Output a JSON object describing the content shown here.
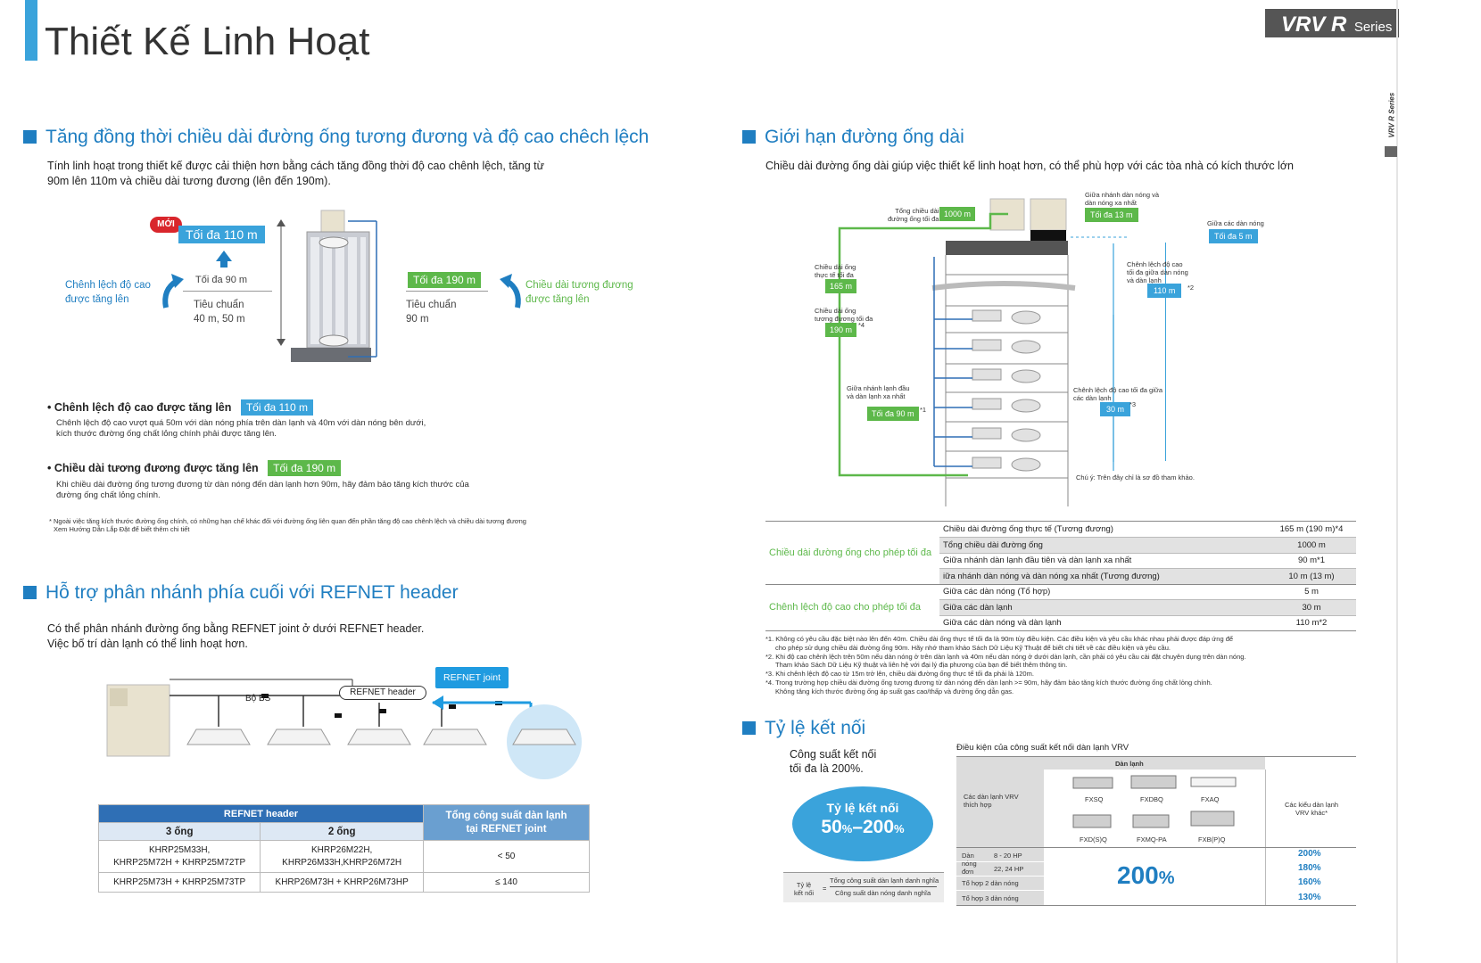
{
  "page": {
    "title": "Thiết Kế Linh Hoạt",
    "series_badge": "VRV R",
    "series_badge_suffix": "Series",
    "side_tab": "VRV R Series"
  },
  "sec1": {
    "heading": "Tăng đồng thời chiều dài đường ống tương đương và độ cao chêch lệch",
    "intro_1": "Tính linh hoạt trong thiết kế được cải thiện hơn bằng cách tăng đồng thời độ cao chênh lệch, tăng từ",
    "intro_2": "90m lên 110m và chiều dài tương đương (lên đến 190m).",
    "new_badge": "MỚI",
    "max110": "Tối đa 110 m",
    "max90": "Tối đa 90 m",
    "std_left_1": "Tiêu chuẩn",
    "std_left_2": "40 m, 50 m",
    "left_side_1": "Chênh lệch độ cao",
    "left_side_2": "được tăng lên",
    "max190": "Tối đa 190 m",
    "std_right_1": "Tiêu chuẩn",
    "std_right_2": "90 m",
    "right_side_1": "Chiều dài tương đương",
    "right_side_2": "được tăng lên",
    "b1_title": "Chênh lệch độ cao được tăng lên",
    "b1_tag": "Tối đa 110 m",
    "b1_text_1": "Chênh lệch độ cao vượt quá 50m với dàn nóng phía trên dàn lạnh và 40m với dàn nóng bên dưới,",
    "b1_text_2": "kích thước đường ống chất lỏng chính phải được tăng lên.",
    "b2_title": "Chiều dài tương đương được tăng lên",
    "b2_tag": "Tối đa 190 m",
    "b2_text_1": "Khi chiều dài đường ống tương đương từ dàn nóng đến dàn lạnh hơn 90m, hãy đảm bảo tăng kích thước của",
    "b2_text_2": "đường ống chất lỏng chính.",
    "note_1": "* Ngoài việc tăng kích thước đường ống chính, có những hạn chế khác đối với đường ống liên quan đến phần tăng độ cao chênh lệch và chiều dài tương đương",
    "note_2": "Xem Hướng Dẫn Lắp Đặt để biết thêm chi tiết"
  },
  "sec2": {
    "heading": "Hỗ trợ phân nhánh phía cuối với REFNET header",
    "intro_1": "Có thể phân nhánh đường ống bằng REFNET joint ở dưới REFNET header.",
    "intro_2": "Việc bố trí dàn lạnh có thể linh hoạt hơn.",
    "bs_label": "Bộ BS",
    "header_label": "REFNET header",
    "joint_label": "REFNET joint",
    "table": {
      "group_header": "REFNET header",
      "col1": "3 ống",
      "col2": "2 ống",
      "col3_1": "Tổng công suất dàn lạnh",
      "col3_2": "tại REFNET joint",
      "rows": [
        {
          "c1a": "KHRP25M33H,",
          "c1b": "KHRP25M72H + KHRP25M72TP",
          "c2a": "KHRP26M22H,",
          "c2b": "KHRP26M33H,KHRP26M72H",
          "c3": "< 50"
        },
        {
          "c1a": "KHRP25M73H + KHRP25M73TP",
          "c1b": "",
          "c2a": "KHRP26M73H + KHRP26M73HP",
          "c2b": "",
          "c3": "≤ 140"
        }
      ]
    }
  },
  "sec3": {
    "heading": "Giới hạn đường ống dài",
    "intro": "Chiều dài đường ống dài giúp việc thiết kế linh hoạt hơn, có thể phù hợp với các tòa nhà có kích thước lớn",
    "diagram": {
      "total_len_1": "Tổng chiều dài",
      "total_len_2": "đường ống tối đa",
      "total_len_tag": "1000 m",
      "branch_far_1": "Giữa nhánh dàn nóng và",
      "branch_far_2": "dàn nóng xa nhất",
      "branch_far_tag": "Tối đa 13 m",
      "between_outdoor": "Giữa các dàn nóng",
      "between_outdoor_tag": "Tối đa 5 m",
      "actual_1": "Chiều dài ống",
      "actual_2": "thực tế tối đa",
      "actual_tag": "165 m",
      "equiv_1": "Chiều dài ống",
      "equiv_2": "tương đương tối đa",
      "equiv_tag": "190 m",
      "equiv_note": "*4",
      "height_od_1": "Chênh lệch độ cao",
      "height_od_2": "tối đa giữa dàn nóng",
      "height_od_3": "và dàn lạnh",
      "height_od_tag": "110 m",
      "height_od_note": "*2",
      "first_branch_1": "Giữa nhánh lạnh đầu",
      "first_branch_2": "và dàn lạnh xa nhất",
      "first_branch_tag": "Tối đa 90 m",
      "first_branch_note": "*1",
      "height_id_1": "Chênh lệch độ cao tối đa giữa",
      "height_id_2": "các dàn lạnh",
      "height_id_tag": "30 m",
      "height_id_note": "*3",
      "ref_note": "Chú ý: Trên đây chỉ là sơ đồ tham khảo."
    },
    "table": {
      "group1": "Chiều dài đường ống cho phép tối đa",
      "group2": "Chênh lệch độ cao cho phép tối đa",
      "rows": [
        {
          "label": "Chiều dài đường ống thực tế (Tương đương)",
          "value": "165 m (190 m)*4"
        },
        {
          "label": "Tổng chiều dài đường ống",
          "value": "1000 m"
        },
        {
          "label": "Giữa nhánh dàn lạnh đầu tiên  và dàn lạnh xa nhất",
          "value": "90 m*1"
        },
        {
          "label": "iữa nhánh dàn nóng và dàn nóng xa nhất (Tương đương)",
          "value": "10 m (13 m)"
        },
        {
          "label": "Giữa các dàn nóng (Tổ hợp)",
          "value": "5 m"
        },
        {
          "label": "Giữa các dàn lạnh",
          "value": "30 m"
        },
        {
          "label": "Giữa các dàn nóng và dàn lạnh",
          "value": "110 m*2"
        }
      ]
    },
    "notes": [
      "*1. Không có yêu cầu đặc biệt nào lên đến 40m. Chiều dài ống thực tế tối đa là 90m tùy điều kiện. Các điều kiện và yêu cầu khác nhau phải được đáp ứng để",
      "cho phép sử dụng chiều dài đường ống 90m. Hãy nhớ tham khảo Sách Dữ Liệu Kỹ Thuật để biết chi tiết về các điều kiện và yêu cầu.",
      "*2. Khi độ cao chênh lệch trên 50m nếu dàn nóng ở trên dàn lạnh và 40m nếu dàn nóng ở dưới dàn lạnh, cần phải có yêu cầu cài đặt chuyên dụng trên dàn nóng.",
      "Tham khảo Sách Dữ Liệu Kỹ thuật và liên hệ với đại lý địa phương của bạn để biết thêm thông tin.",
      "*3. Khi chênh lệch độ cao từ 15m trở lên, chiều dài đường ống thực tế tối đa phải là 120m.",
      "*4. Trong trường hợp chiều dài đường ống tương đương từ dàn nóng đến dàn lạnh >= 90m, hãy đảm bảo tăng kích thước đường ống chất lỏng chính.",
      "Không tăng kích thước đường ống áp suất gas cao/thấp và đường ống dẫn gas."
    ]
  },
  "sec4": {
    "heading": "Tỷ lệ kết nối",
    "cap_1": "Công suất kết nối",
    "cap_2": "tối đa là 200%.",
    "oval_1": "Tỷ lệ kết nối",
    "oval_2a": "50",
    "oval_2b": "%",
    "oval_2c": "–200",
    "oval_2d": "%",
    "formula_left_1": "Tỷ lệ",
    "formula_left_2": "kết nối",
    "formula_eq": "=",
    "formula_num": "Tổng công suất dàn lạnh danh nghĩa",
    "formula_den": "Công suất dàn nóng danh nghĩa",
    "table_title": "Điều kiện của công suất kết nối dàn lạnh VRV",
    "col_indoor": "Dàn lạnh",
    "row_vrv_1": "Các dàn lạnh VRV",
    "row_vrv_2": "thích hợp",
    "other_1": "Các kiểu dàn lạnh",
    "other_2": "VRV khác*",
    "models": [
      "FXSQ",
      "FXDBQ",
      "FXAQ",
      "FXD(S)Q",
      "FXMQ-PA",
      "FXB(P)Q"
    ],
    "outdoor_single": "Dàn nóng đơn",
    "hp_1": "8 - 20 HP",
    "hp_2": "22, 24 HP",
    "combo2": "Tổ hợp 2 dàn nóng",
    "combo3": "Tổ hợp 3 dàn nóng",
    "big_value": "200",
    "big_pct": "%",
    "values": [
      "200%",
      "180%",
      "160%",
      "130%"
    ]
  }
}
